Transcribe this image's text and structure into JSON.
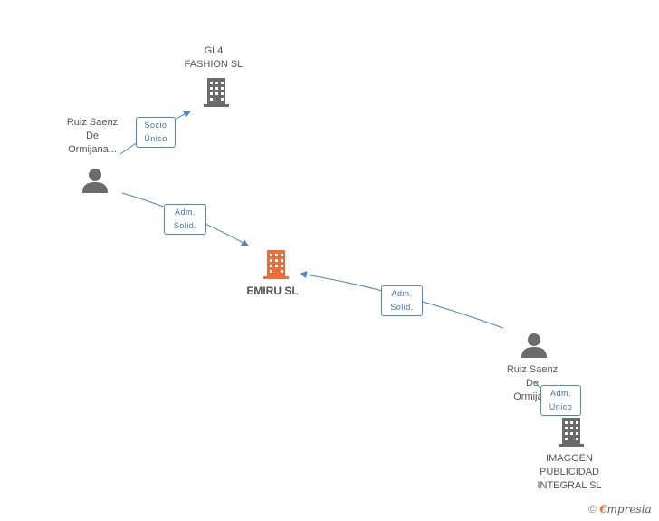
{
  "colors": {
    "edge": "#4a86c8",
    "node_gray": "#6b6b6b",
    "node_main": "#f26b3a"
  },
  "nodes": {
    "gl4": {
      "label": "GL4\nFASHION SL",
      "icon": "building-icon"
    },
    "emiru": {
      "label": "EMIRU SL",
      "icon": "building-icon"
    },
    "imaggen": {
      "label": "IMAGGEN\nPUBLICIDAD\nINTEGRAL SL",
      "icon": "building-icon"
    },
    "person1": {
      "label": "Ruiz Saenz\nDe\nOrmijana...",
      "icon": "person-icon"
    },
    "person2": {
      "label": "Ruiz Saenz\nDe\nOrmija...",
      "icon": "person-icon"
    }
  },
  "edges": {
    "socio": {
      "line1": "Socio",
      "line2": "Único"
    },
    "adm1": {
      "line1": "Adm.",
      "line2": "Solid."
    },
    "adm2": {
      "line1": "Adm.",
      "line2": "Solid."
    },
    "adm3": {
      "line1": "Adm.",
      "line2": "Unico"
    }
  },
  "footer": {
    "copyright": "©",
    "brand_initial": "€",
    "brand_rest": "mpresia"
  }
}
